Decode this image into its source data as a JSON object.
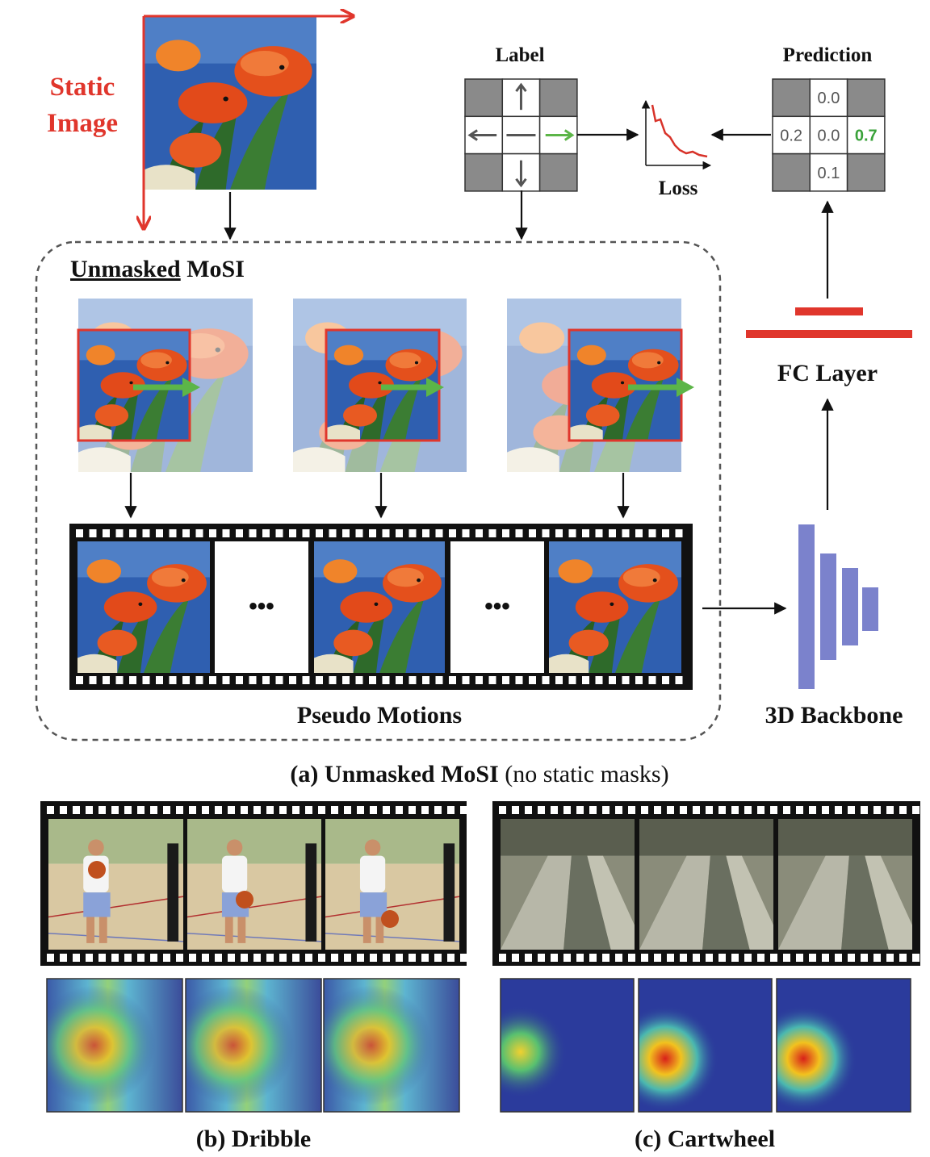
{
  "static_image": {
    "label_line1": "Static",
    "label_line2": "Image"
  },
  "label_grid": {
    "title": "Label",
    "cells": [
      "",
      "up-arrow",
      "",
      "left-arrow",
      "center-dash",
      "right-arrow",
      "",
      "down-arrow",
      ""
    ]
  },
  "loss": {
    "label": "Loss"
  },
  "prediction": {
    "title": "Prediction",
    "values": [
      "",
      "0.0",
      "",
      "0.2",
      "0.0",
      "0.7",
      "",
      "0.1",
      ""
    ],
    "highlight_index": 5
  },
  "mosi_box": {
    "title_underlined": "Unmasked",
    "title_rest": " MoSI"
  },
  "filmstrip": {
    "ellipsis": "•••",
    "caption": "Pseudo Motions"
  },
  "fc_layer": {
    "label": "FC Layer"
  },
  "backbone": {
    "label": "3D Backbone"
  },
  "caption_a": {
    "prefix": "(a) ",
    "bold": "Unmasked MoSI",
    "rest": " (no static masks)"
  },
  "caption_b": {
    "prefix": "(b) ",
    "bold": "Dribble"
  },
  "caption_c": {
    "prefix": "(c) ",
    "bold": "Cartwheel"
  },
  "colors": {
    "accent_red": "#e0362c",
    "motion_green": "#5cb548",
    "grid_gray": "#8a8a8a",
    "backbone_blue": "#7b82cc",
    "highlight_green": "#3aa23a"
  }
}
